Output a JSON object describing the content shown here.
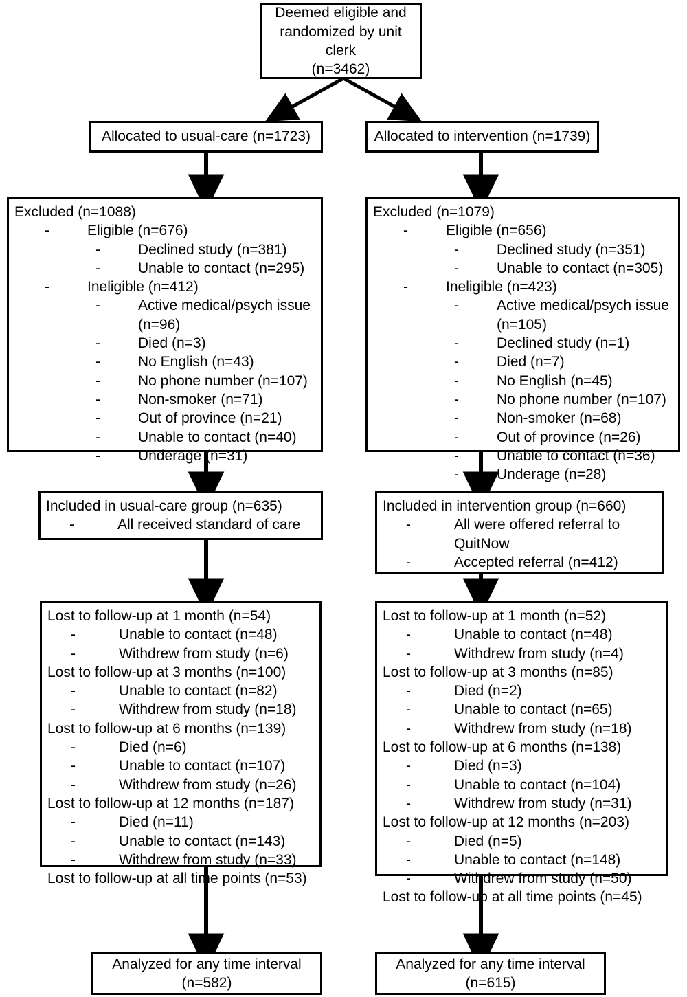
{
  "diagram": {
    "type": "consort-flow-diagram",
    "colors": {
      "stroke": "#000000",
      "background": "#ffffff",
      "text": "#000000"
    },
    "top": {
      "lines": [
        "Deemed eligible and",
        "randomized by unit",
        "clerk",
        "(n=3462)"
      ]
    },
    "allocation": {
      "left": "Allocated to usual-care (n=1723)",
      "right": "Allocated to intervention (n=1739)"
    },
    "excluded_left": {
      "header": "Excluded (n=1088)",
      "items": [
        {
          "level": 1,
          "dash": "-",
          "text": "Eligible (n=676)"
        },
        {
          "level": 2,
          "dash": "-",
          "text": "Declined study (n=381)"
        },
        {
          "level": 2,
          "dash": "-",
          "text": "Unable to contact (n=295)"
        },
        {
          "level": 1,
          "dash": "-",
          "text": "Ineligible  (n=412)"
        },
        {
          "level": 2,
          "dash": "-",
          "text": "Active medical/psych issue (n=96)"
        },
        {
          "level": 2,
          "dash": "-",
          "text": "Died (n=3)"
        },
        {
          "level": 2,
          "dash": "-",
          "text": "No English (n=43)"
        },
        {
          "level": 2,
          "dash": "-",
          "text": "No phone number (n=107)"
        },
        {
          "level": 2,
          "dash": "-",
          "text": "Non-smoker (n=71)"
        },
        {
          "level": 2,
          "dash": "-",
          "text": "Out of province (n=21)"
        },
        {
          "level": 2,
          "dash": "-",
          "text": "Unable to contact (n=40)"
        },
        {
          "level": 2,
          "dash": "-",
          "text": "Underage (n=31)"
        }
      ]
    },
    "excluded_right": {
      "header": "Excluded (n=1079)",
      "items": [
        {
          "level": 1,
          "dash": "-",
          "text": "Eligible (n=656)"
        },
        {
          "level": 2,
          "dash": "-",
          "text": "Declined study (n=351)"
        },
        {
          "level": 2,
          "dash": "-",
          "text": "Unable to contact (n=305)"
        },
        {
          "level": 1,
          "dash": "-",
          "text": "Ineligible  (n=423)"
        },
        {
          "level": 2,
          "dash": "-",
          "text": "Active medical/psych issue (n=105)"
        },
        {
          "level": 2,
          "dash": "-",
          "text": "Declined study (n=1)"
        },
        {
          "level": 2,
          "dash": "-",
          "text": "Died (n=7)"
        },
        {
          "level": 2,
          "dash": "-",
          "text": "No English (n=45)"
        },
        {
          "level": 2,
          "dash": "-",
          "text": "No phone number (n=107)"
        },
        {
          "level": 2,
          "dash": "-",
          "text": "Non-smoker (n=68)"
        },
        {
          "level": 2,
          "dash": "-",
          "text": "Out of province (n=26)"
        },
        {
          "level": 2,
          "dash": "-",
          "text": "Unable to contact (n=36)"
        },
        {
          "level": 2,
          "dash": "-",
          "text": "Underage (n=28)"
        }
      ]
    },
    "included_left": {
      "header": "Included in usual-care group (n=635)",
      "items": [
        {
          "level": 1,
          "dash": "-",
          "text": "All received standard of care"
        }
      ]
    },
    "included_right": {
      "header": "Included in intervention group (n=660)",
      "items": [
        {
          "level": 1,
          "dash": "-",
          "text": "All were offered referral to QuitNow"
        },
        {
          "level": 1,
          "dash": "-",
          "text": "Accepted referral (n=412)"
        }
      ]
    },
    "followup_left": {
      "items": [
        {
          "level": 0,
          "dash": "",
          "text": "Lost to follow-up at 1 month (n=54)"
        },
        {
          "level": 1,
          "dash": "-",
          "text": "Unable to contact (n=48)"
        },
        {
          "level": 1,
          "dash": "-",
          "text": "Withdrew from study (n=6)"
        },
        {
          "level": 0,
          "dash": "",
          "text": "Lost to follow-up at 3 months (n=100)"
        },
        {
          "level": 1,
          "dash": "-",
          "text": "Unable to contact (n=82)"
        },
        {
          "level": 1,
          "dash": "-",
          "text": "Withdrew from study (n=18)"
        },
        {
          "level": 0,
          "dash": "",
          "text": "Lost to follow-up at 6 months (n=139)"
        },
        {
          "level": 1,
          "dash": "-",
          "text": "Died (n=6)"
        },
        {
          "level": 1,
          "dash": "-",
          "text": "Unable to contact (n=107)"
        },
        {
          "level": 1,
          "dash": "-",
          "text": "Withdrew from study (n=26)"
        },
        {
          "level": 0,
          "dash": "",
          "text": "Lost to follow-up at 12 months (n=187)"
        },
        {
          "level": 1,
          "dash": "-",
          "text": "Died (n=11)"
        },
        {
          "level": 1,
          "dash": "-",
          "text": "Unable to contact (n=143)"
        },
        {
          "level": 1,
          "dash": "-",
          "text": "Withdrew from study (n=33)"
        },
        {
          "level": 0,
          "dash": "",
          "text": "Lost to follow-up at all time points (n=53)"
        }
      ]
    },
    "followup_right": {
      "items": [
        {
          "level": 0,
          "dash": "",
          "text": "Lost to follow-up at 1 month (n=52)"
        },
        {
          "level": 1,
          "dash": "-",
          "text": "Unable to contact (n=48)"
        },
        {
          "level": 1,
          "dash": "-",
          "text": "Withdrew from study (n=4)"
        },
        {
          "level": 0,
          "dash": "",
          "text": "Lost to follow-up at 3 months (n=85)"
        },
        {
          "level": 1,
          "dash": "-",
          "text": "Died (n=2)"
        },
        {
          "level": 1,
          "dash": "-",
          "text": "Unable to contact (n=65)"
        },
        {
          "level": 1,
          "dash": "-",
          "text": "Withdrew from study (n=18)"
        },
        {
          "level": 0,
          "dash": "",
          "text": "Lost to follow-up at 6 months (n=138)"
        },
        {
          "level": 1,
          "dash": "-",
          "text": "Died (n=3)"
        },
        {
          "level": 1,
          "dash": "-",
          "text": "Unable to contact (n=104)"
        },
        {
          "level": 1,
          "dash": "-",
          "text": "Withdrew from study (n=31)"
        },
        {
          "level": 0,
          "dash": "",
          "text": "Lost to follow-up at 12 months (n=203)"
        },
        {
          "level": 1,
          "dash": "-",
          "text": "Died (n=5)"
        },
        {
          "level": 1,
          "dash": "-",
          "text": "Unable to contact (n=148)"
        },
        {
          "level": 1,
          "dash": "-",
          "text": "Withdrew from study (n=50)"
        },
        {
          "level": 0,
          "dash": "",
          "text": "Lost to follow-up at all time points (n=45)"
        }
      ]
    },
    "analyzed_left": {
      "lines": [
        "Analyzed for any time interval",
        "(n=582)"
      ]
    },
    "analyzed_right": {
      "lines": [
        "Analyzed for any time interval",
        "(n=615)"
      ]
    }
  }
}
